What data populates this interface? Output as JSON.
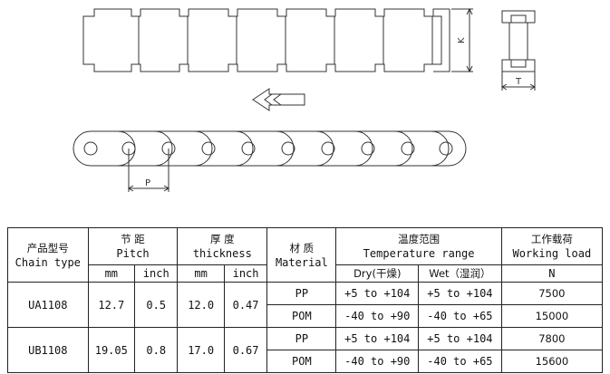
{
  "drawing": {
    "dimension_k": "K",
    "dimension_t": "T",
    "dimension_p": "P"
  },
  "table": {
    "header": {
      "model_cn": "产品型号",
      "model_en": "Chain type",
      "pitch_cn": "节 距",
      "pitch_en": "Pitch",
      "thickness_cn": "厚 度",
      "thickness_en": "thickness",
      "material_cn": "材 质",
      "material_en": "Material",
      "temp_cn": "温度范围",
      "temp_en": "Temperature range",
      "load_cn": "工作载荷",
      "load_en": "Working load"
    },
    "subheader": {
      "mm1": "mm",
      "inch1": "inch",
      "mm2": "mm",
      "inch2": "inch",
      "dry": "Dry(干燥)",
      "wet": "Wet（湿润）",
      "unit_n": "N"
    },
    "rows": [
      {
        "model": "UA1108",
        "pitch_mm": "12.7",
        "pitch_inch": "0.5",
        "thick_mm": "12.0",
        "thick_inch": "0.47",
        "materials": [
          {
            "material": "PP",
            "dry": "+5 to +104",
            "wet": "+5 to +104",
            "load": "7500"
          },
          {
            "material": "POM",
            "dry": "-40 to +90",
            "wet": "-40 to +65",
            "load": "15000"
          }
        ]
      },
      {
        "model": "UB1108",
        "pitch_mm": "19.05",
        "pitch_inch": "0.8",
        "thick_mm": "17.0",
        "thick_inch": "0.67",
        "materials": [
          {
            "material": "PP",
            "dry": "+5 to +104",
            "wet": "+5 to +104",
            "load": "7800"
          },
          {
            "material": "POM",
            "dry": "-40 to +90",
            "wet": "-40 to +65",
            "load": "15600"
          }
        ]
      }
    ]
  }
}
